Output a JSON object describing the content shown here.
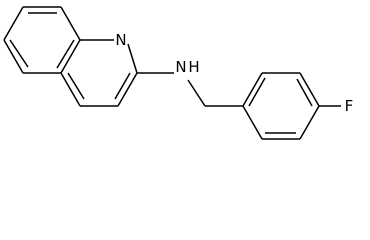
{
  "atom_labels": {
    "nitrogen_ring": "N",
    "nitrogen_amine": "N",
    "hydrogen_amine": "H",
    "fluorine": "F"
  }
}
